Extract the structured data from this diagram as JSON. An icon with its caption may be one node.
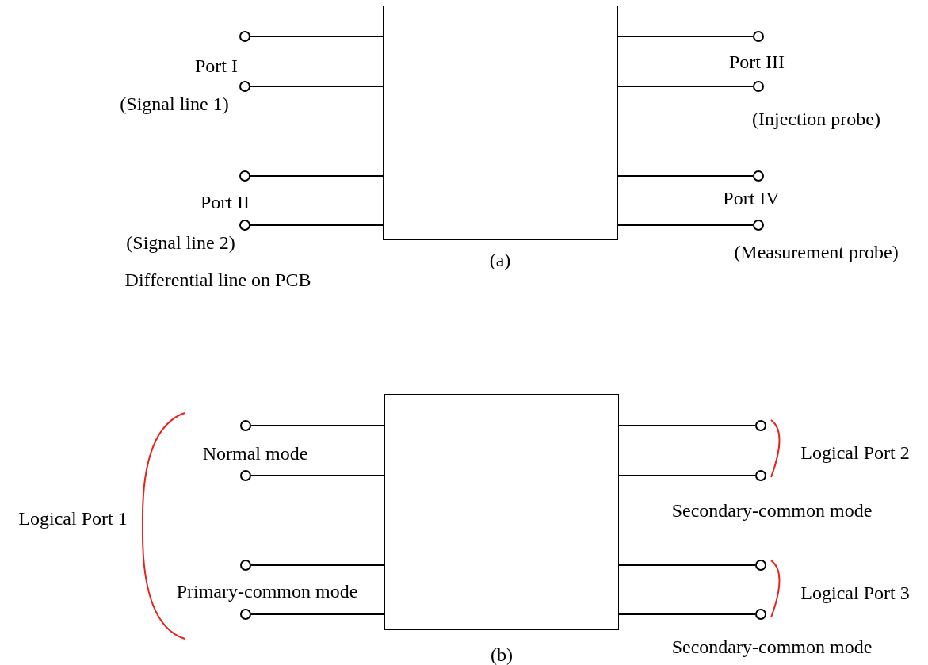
{
  "diagram": {
    "nodes": [
      {
        "text": [],
        "shape": "box"
      },
      {
        "text": [],
        "shape": "circle"
      },
      {
        "text": [],
        "shape": "circle"
      },
      {
        "text": [],
        "shape": "circle"
      },
      {
        "text": [],
        "shape": "circle"
      },
      {
        "text": [],
        "shape": "circle"
      },
      {
        "text": [],
        "shape": "circle"
      },
      {
        "text": [],
        "shape": "circle"
      },
      {
        "text": [],
        "shape": "circle"
      },
      {
        "text": [],
        "shape": "box"
      },
      {
        "text": [],
        "shape": "circle"
      },
      {
        "text": [],
        "shape": "circle"
      },
      {
        "text": [],
        "shape": "circle"
      },
      {
        "text": [],
        "shape": "circle"
      },
      {
        "text": [],
        "shape": "circle"
      },
      {
        "text": [],
        "shape": "circle"
      },
      {
        "text": [],
        "shape": "circle"
      },
      {
        "text": [],
        "shape": "circle"
      }
    ],
    "edges": [
      {
        "from": 1,
        "to": 0,
        "arrow": "none"
      },
      {
        "from": 2,
        "to": 0,
        "arrow": "none"
      },
      {
        "from": 3,
        "to": 0,
        "arrow": "none"
      },
      {
        "from": 4,
        "to": 0,
        "arrow": "none"
      },
      {
        "from": 5,
        "to": 0,
        "arrow": "none"
      },
      {
        "from": 6,
        "to": 0,
        "arrow": "none"
      },
      {
        "from": 7,
        "to": 0,
        "arrow": "none"
      },
      {
        "from": 8,
        "to": 0,
        "arrow": "none"
      },
      {
        "from": 10,
        "to": 9,
        "arrow": "none"
      },
      {
        "from": 11,
        "to": 9,
        "arrow": "none"
      },
      {
        "from": 12,
        "to": 9,
        "arrow": "none"
      },
      {
        "from": 13,
        "to": 9,
        "arrow": "none"
      },
      {
        "from": 14,
        "to": 9,
        "arrow": "none"
      },
      {
        "from": 15,
        "to": 9,
        "arrow": "none"
      },
      {
        "from": 16,
        "to": 9,
        "arrow": "none"
      },
      {
        "from": 17,
        "to": 9,
        "arrow": "none"
      }
    ],
    "labels": [
      "Port III",
      "Port I",
      "(Signal line 1)",
      "(Injection probe)",
      "Port II",
      "Port IV",
      "(Signal line 2)",
      "(Measurement probe)",
      "(a)",
      "Differential line on PCB",
      "Normal mode",
      "Logical Port 2",
      "Logical Port 1",
      "Secondary-common mode",
      "Primary-common mode",
      "Logical Port 3",
      "Secondary-common mode",
      "(b)"
    ]
  }
}
